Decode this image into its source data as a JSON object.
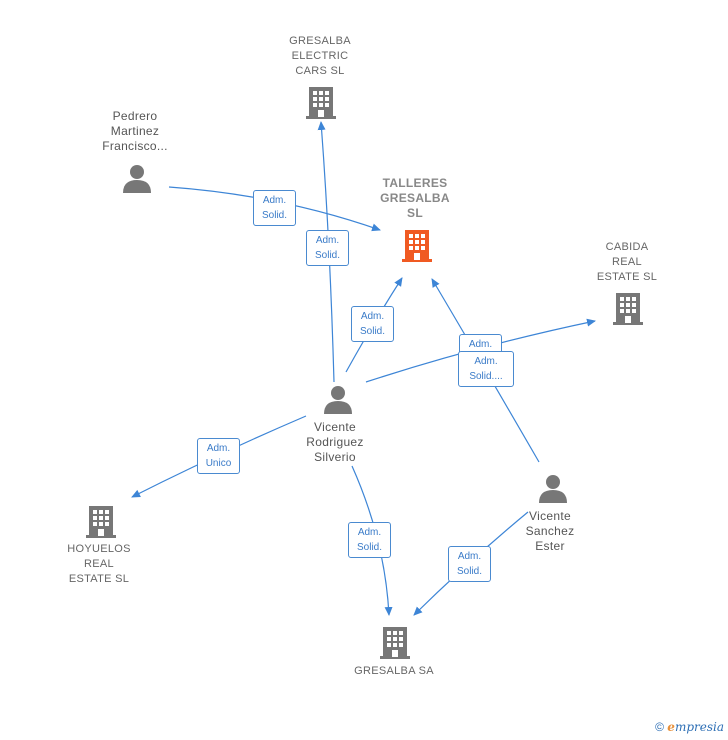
{
  "nodes": {
    "gresalba_electric": {
      "label": "GRESALBA\nELECTRIC\nCARS  SL",
      "type": "company"
    },
    "pedrero": {
      "label": "Pedrero\nMartinez\nFrancisco...",
      "type": "person"
    },
    "talleres": {
      "label": "TALLERES\nGRESALBA\nSL",
      "type": "company-focus"
    },
    "cabida": {
      "label": "CABIDA\nREAL\nESTATE  SL",
      "type": "company"
    },
    "vicente_rodriguez": {
      "label": "Vicente\nRodriguez\nSilverio",
      "type": "person"
    },
    "hoyuelos": {
      "label": "HOYUELOS\nREAL\nESTATE  SL",
      "type": "company"
    },
    "vicente_sanchez": {
      "label": "Vicente\nSanchez\nEster",
      "type": "person"
    },
    "gresalba_sa": {
      "label": "GRESALBA SA",
      "type": "company"
    }
  },
  "edges": {
    "e1": "Adm.\nSolid.",
    "e2": "Adm.\nSolid.",
    "e3": "Adm.\nSolid.",
    "e4": "Adm.",
    "e5": "Adm.\nSolid....",
    "e6": "Adm.\nUnico",
    "e7": "Adm.\nSolid.",
    "e8": "Adm.\nSolid."
  },
  "colors": {
    "edge": "#3d85d6",
    "icon_gray": "#777777",
    "focus": "#f05a22"
  },
  "footer": {
    "copyright": "©",
    "brand_e": "e",
    "brand_rest": "mpresia"
  }
}
